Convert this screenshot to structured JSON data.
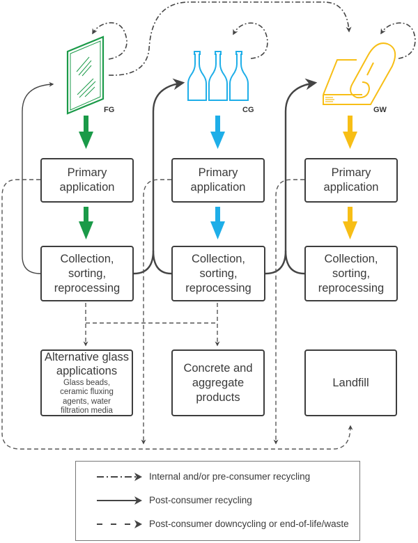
{
  "colors": {
    "flat_glass": "#1a9a48",
    "container_glass": "#1eaee8",
    "glass_wool": "#f7be16",
    "lines": "#444444"
  },
  "streams": [
    {
      "code": "FG",
      "icon": "flat-glass-pane-icon",
      "primary": "Primary application",
      "collection": "Collection, sorting, reprocessing"
    },
    {
      "code": "CG",
      "icon": "glass-bottles-icon",
      "primary": "Primary application",
      "collection": "Collection, sorting, reprocessing"
    },
    {
      "code": "GW",
      "icon": "glass-wool-roll-icon",
      "primary": "Primary application",
      "collection": "Collection, sorting, reprocessing"
    }
  ],
  "destinations": {
    "alternative": {
      "title": "Alternative glass applications",
      "subtitle": "Glass beads, ceramic fluxing agents, water filtration media"
    },
    "concrete": {
      "title": "Concrete and aggregate products"
    },
    "landfill": {
      "title": "Landfill"
    }
  },
  "legend": [
    {
      "style": "dash-dot",
      "label": "Internal and/or pre-consumer recycling"
    },
    {
      "style": "solid",
      "label": "Post-consumer recycling"
    },
    {
      "style": "dashed",
      "label": "Post-consumer downcycling or end-of-life/waste"
    }
  ]
}
